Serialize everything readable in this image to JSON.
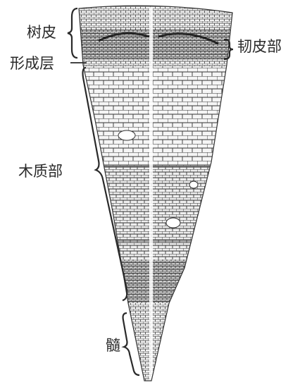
{
  "labels": {
    "bark": "树皮",
    "phloem": "韧皮部",
    "cambium": "形成层",
    "xylem": "木质部",
    "pith": "髓"
  },
  "colors": {
    "ink": "#2a2a2a",
    "cell_fill": "#e4e4e4",
    "bark_fill": "#8c8c8c",
    "background": "#ffffff"
  }
}
